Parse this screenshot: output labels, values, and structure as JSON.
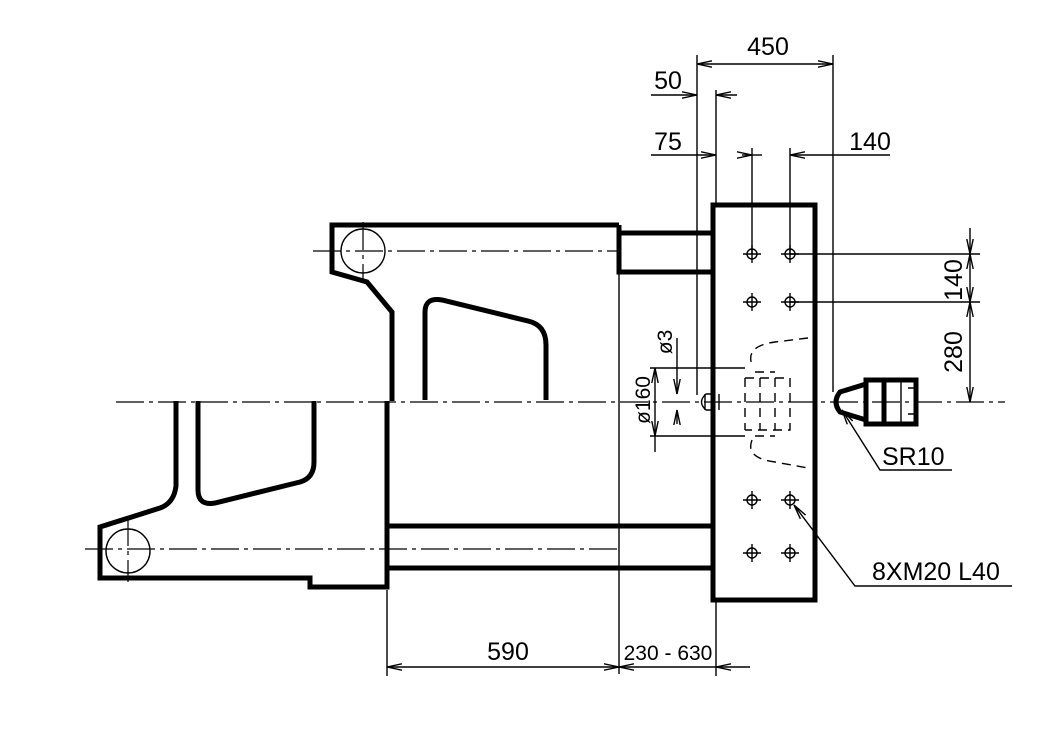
{
  "dimensions": {
    "top_width": "450",
    "offset_50": "50",
    "offset_75": "75",
    "hole_spacing_h": "140",
    "hole_spacing_v": "140",
    "hole_to_center": "280",
    "diameter_3": "ø3",
    "diameter_160": "ø160",
    "bottom_590": "590",
    "bottom_range": "230 - 630"
  },
  "callouts": {
    "nozzle_radius": "SR10",
    "bolt_pattern": "8XM20  L40"
  }
}
